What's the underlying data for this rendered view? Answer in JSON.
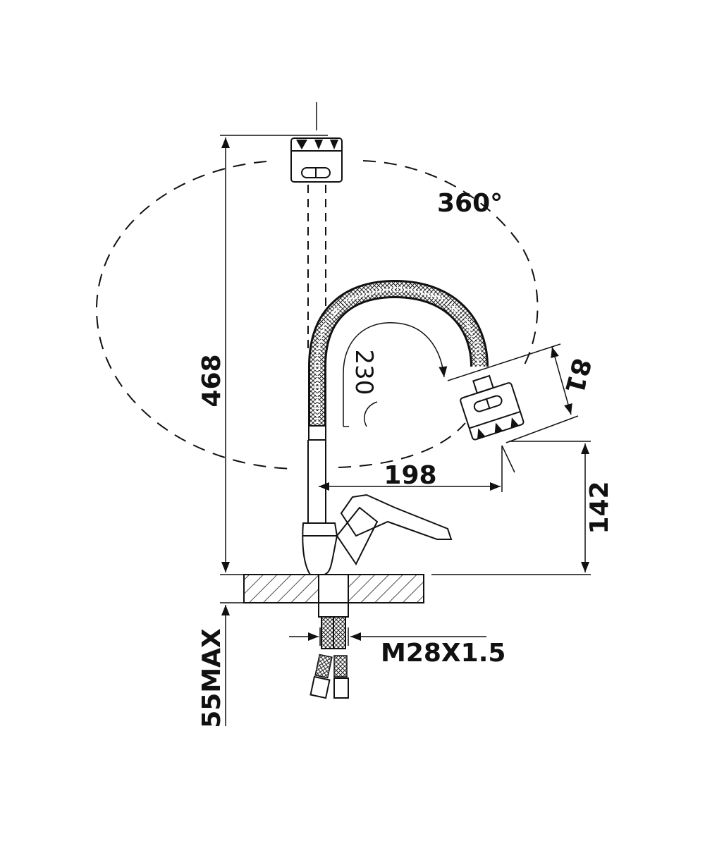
{
  "diagram": {
    "dimensions": {
      "height_total": "468",
      "rotation": "360°",
      "reach": "198",
      "spout_height": "142",
      "aerator": "81",
      "bend_radius": "230",
      "mount_depth": "55MAX",
      "thread": "M28X1.5"
    },
    "colors": {
      "ink": "#111111",
      "background": "#ffffff"
    }
  }
}
